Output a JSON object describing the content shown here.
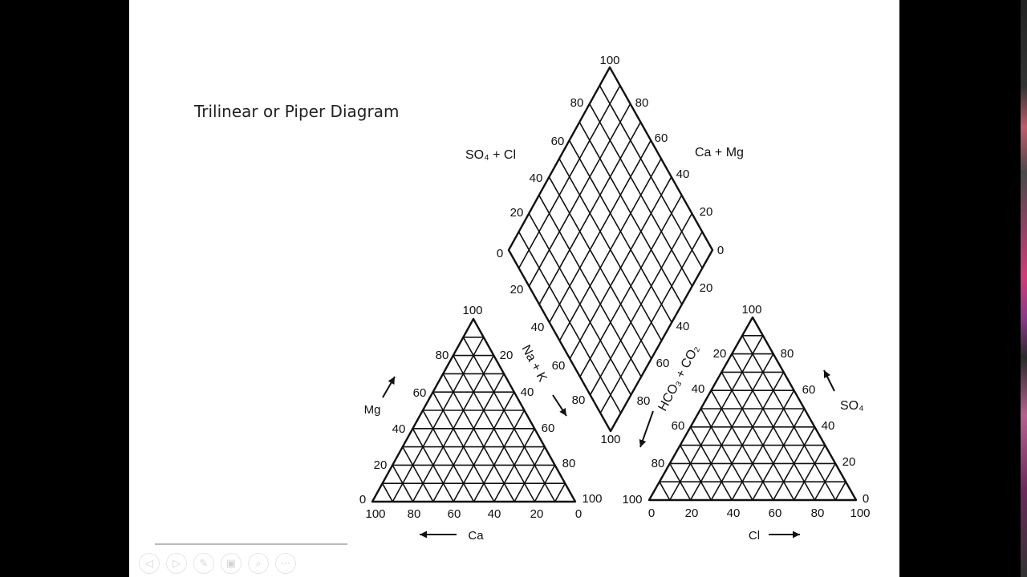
{
  "slide": {
    "title": "Trilinear or Piper Diagram"
  },
  "diagram": {
    "diamond": {
      "top_label": "100",
      "bottom_label": "100",
      "left_axis_name": "SO₄ + Cl",
      "right_axis_name": "Ca + Mg",
      "left_upper_ticks": [
        "80",
        "60",
        "40",
        "20",
        "0"
      ],
      "right_upper_ticks": [
        "80",
        "60",
        "40",
        "20",
        "0"
      ],
      "left_lower_ticks": [
        "20",
        "40",
        "60",
        "80"
      ],
      "right_lower_ticks": [
        "20",
        "40",
        "60",
        "80"
      ],
      "lower_left_axis_name": "Na + K",
      "lower_right_axis_name": "HCO₃ + CO₂"
    },
    "cation_triangle": {
      "apex_label": "100",
      "left_ticks": [
        "80",
        "60",
        "40",
        "20",
        "0"
      ],
      "right_ticks": [
        "20",
        "40",
        "60",
        "80",
        "100"
      ],
      "bottom_ticks": [
        "100",
        "80",
        "60",
        "40",
        "20",
        "0"
      ],
      "left_axis_name": "Mg",
      "bottom_axis_name": "Ca"
    },
    "anion_triangle": {
      "apex_label": "100",
      "left_ticks": [
        "20",
        "40",
        "60",
        "80",
        "100"
      ],
      "right_ticks": [
        "80",
        "60",
        "40",
        "20",
        "0"
      ],
      "bottom_ticks": [
        "0",
        "20",
        "40",
        "60",
        "80",
        "100"
      ],
      "right_axis_name": "SO₄",
      "bottom_axis_name": "Cl"
    }
  },
  "controls": {
    "prev_icon": "◁",
    "next_icon": "▷",
    "pen_icon": "✎",
    "slides_icon": "▣",
    "zoom_icon": "⌕",
    "more_icon": "⋯"
  }
}
